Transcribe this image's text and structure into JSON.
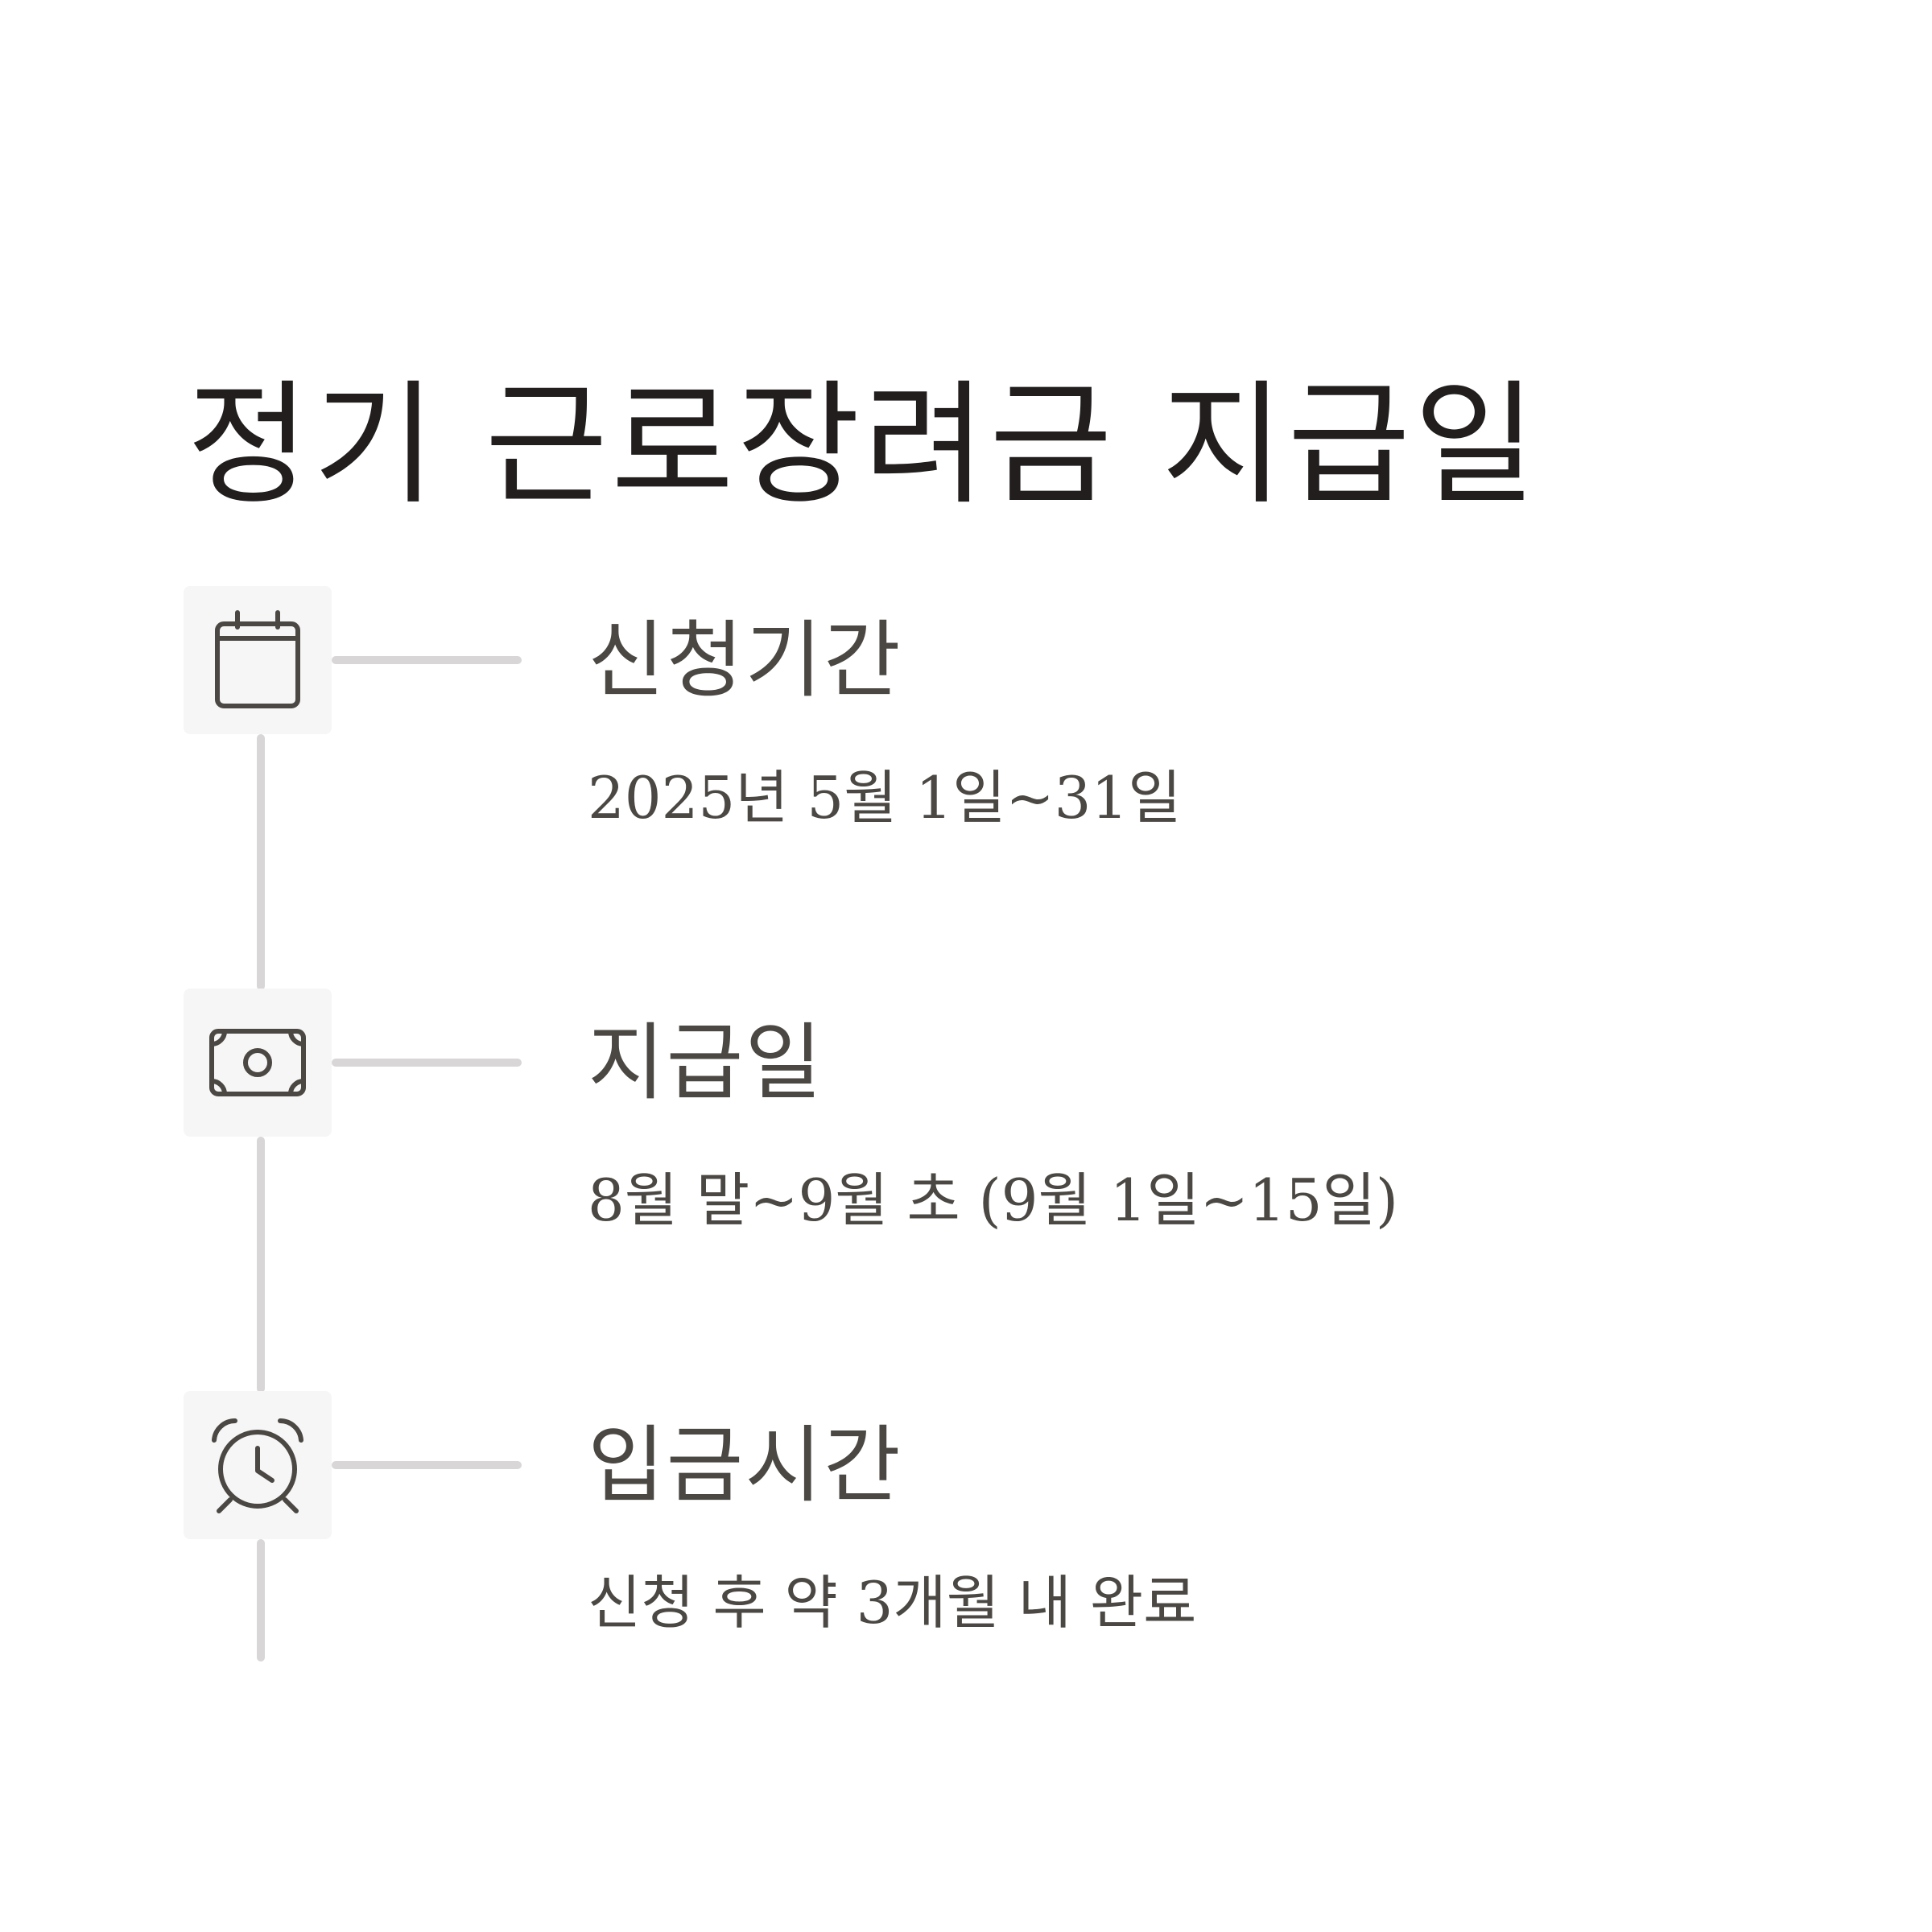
{
  "title": "정기 근로장려금 지급일",
  "items": [
    {
      "icon": "calendar-icon",
      "label": "신청기간",
      "value": "2025년 5월 1일~31일"
    },
    {
      "icon": "banknote-icon",
      "label": "지급일",
      "value": "8월 말~9월 초 (9월 1일~15일)"
    },
    {
      "icon": "alarm-clock-icon",
      "label": "입금시간",
      "value": "신청 후 약 3개월 내 완료"
    }
  ],
  "colors": {
    "title": "#221e1e",
    "text": "#4b4844",
    "line": "#d8d6d6",
    "icon_bg": "#f7f6f6",
    "icon_stroke": "#4b4844"
  }
}
